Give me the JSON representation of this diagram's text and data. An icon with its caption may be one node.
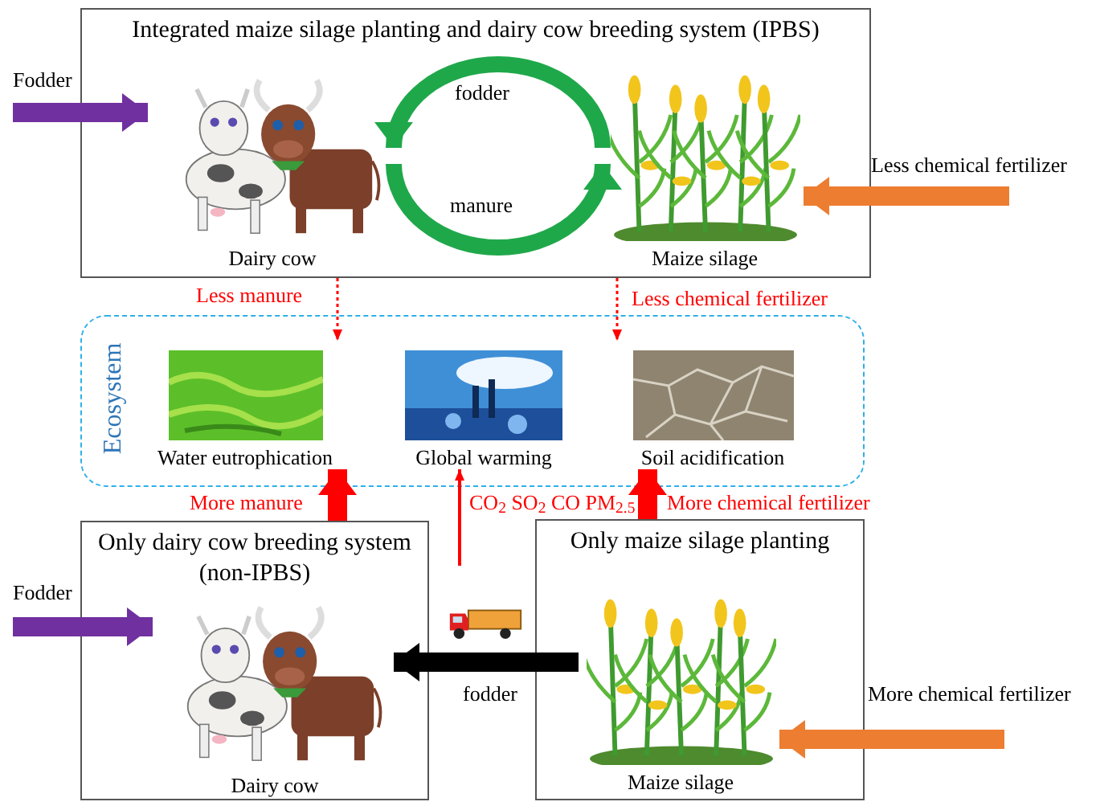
{
  "diagram": {
    "nodes": [
      {
        "text": [
          "Integrated maize silage planting and dairy cow breeding system (IPBS)"
        ]
      },
      {
        "text": [
          "Dairy cow"
        ],
        "in": 0
      },
      {
        "text": [
          "Maize silage"
        ],
        "in": 0
      },
      {
        "text": [
          "Ecosystem"
        ]
      },
      {
        "text": [
          "Water eutrophication"
        ],
        "in": 3
      },
      {
        "text": [
          "Global warming"
        ],
        "in": 3
      },
      {
        "text": [
          "Soil acidification"
        ],
        "in": 3
      },
      {
        "text": [
          "Only dairy cow breeding system (non-IPBS)"
        ]
      },
      {
        "text": [
          "Dairy cow"
        ],
        "in": 7
      },
      {
        "text": [
          "Only maize silage planting"
        ]
      },
      {
        "text": [
          "Maize silage"
        ],
        "in": 9
      }
    ],
    "edges": [
      {
        "from": null,
        "to": 1,
        "arrow": "to",
        "label": "Fodder",
        "color": "#7030a0"
      },
      {
        "from": 2,
        "to": 1,
        "arrow": "to",
        "label": "fodder",
        "color": "#1fa84a"
      },
      {
        "from": 1,
        "to": 2,
        "arrow": "to",
        "label": "manure",
        "color": "#1fa84a"
      },
      {
        "from": null,
        "to": 2,
        "arrow": "to",
        "label": "Less chemical fertilizer",
        "color": "#ed7d31"
      },
      {
        "from": 0,
        "to": 4,
        "arrow": "to",
        "label": "Less manure",
        "style": "dashed",
        "color": "#ff0000"
      },
      {
        "from": 0,
        "to": 6,
        "arrow": "to",
        "label": "Less chemical fertilizer",
        "style": "dashed",
        "color": "#ff0000"
      },
      {
        "from": 7,
        "to": 4,
        "arrow": "to",
        "label": "More manure",
        "color": "#ff0000"
      },
      {
        "from": null,
        "to": 5,
        "arrow": "to",
        "label": "CO$_{2}$ SO$_{2}$ CO PM$_{2.5}$ ··",
        "color": "#ff0000"
      },
      {
        "from": 9,
        "to": 6,
        "arrow": "to",
        "label": "More  chemical fertilizer",
        "color": "#ff0000"
      },
      {
        "from": null,
        "to": 8,
        "arrow": "to",
        "label": "Fodder",
        "color": "#7030a0"
      },
      {
        "from": 10,
        "to": 8,
        "arrow": "to",
        "label": "fodder",
        "color": "#000000"
      },
      {
        "from": null,
        "to": 10,
        "arrow": "to",
        "label": "More chemical fertilizer",
        "color": "#ed7d31"
      }
    ]
  }
}
